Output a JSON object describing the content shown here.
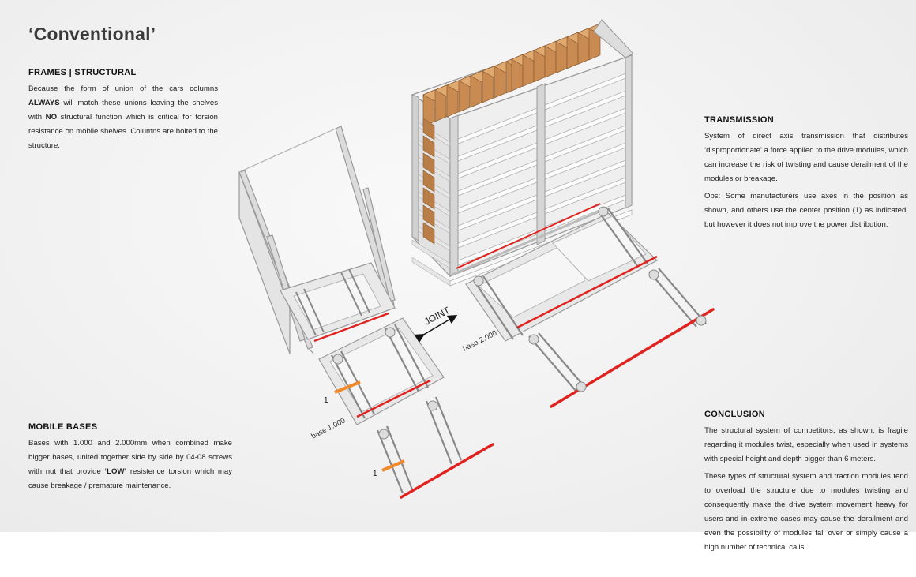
{
  "title": "‘Conventional’",
  "frames": {
    "heading": "FRAMES | STRUCTURAL",
    "text_1": "Because the form of union of the cars columns ",
    "bold_1": "ALWAYS",
    "text_2": " will match these unions leaving the shelves with ",
    "bold_2": "NO",
    "text_3": " structural function which is critical for torsion resistance on mobile shelves. Columns are bolted to the structure."
  },
  "mobile_bases": {
    "heading": "MOBILE BASES",
    "text_1": "Bases with 1.000 and 2.000mm when combined make bigger bases, united together side by side by 04-08 screws with nut that provide ",
    "bold_1": "‘LOW’",
    "text_2": " resistence torsion which may cause breakage / premature maintenance."
  },
  "transmission": {
    "heading": "TRANSMISSION",
    "paragraph_1": "System of direct axis transmission that distributes ‘disproportionate’ a force applied to the drive modules, which can increase the risk of twisting and cause derailment of the modules or breakage.",
    "paragraph_2": "Obs: Some manufacturers use axes in the position as shown, and others use the center position (1) as indicated, but however it does not improve the power distribution."
  },
  "conclusion": {
    "heading": "CONCLUSION",
    "paragraph_1": "The structural system of competitors, as shown, is fragile regarding it modules twist, especially when used in systems with special height and depth bigger than 6 meters.",
    "paragraph_2": "These types of structural system and traction modules tend to overload the structure due to modules twisting and consequently make the drive system movement  heavy for users and in extreme cases may cause the derailment and even the possibility of modules fall over or simply cause a high number of technical calls."
  },
  "diagram_labels": {
    "joint": "JOINT",
    "base_2000": "base 2.000",
    "base_1000": "base 1.000",
    "marker_1a": "1",
    "marker_1b": "1"
  },
  "colors": {
    "frame": "#d9d9d9",
    "frame_edge": "#9a9a9a",
    "axle_red": "#e0231f",
    "axle_orange": "#f08a2c",
    "box": "#c98b52",
    "shelf": "#f4f4f4"
  }
}
